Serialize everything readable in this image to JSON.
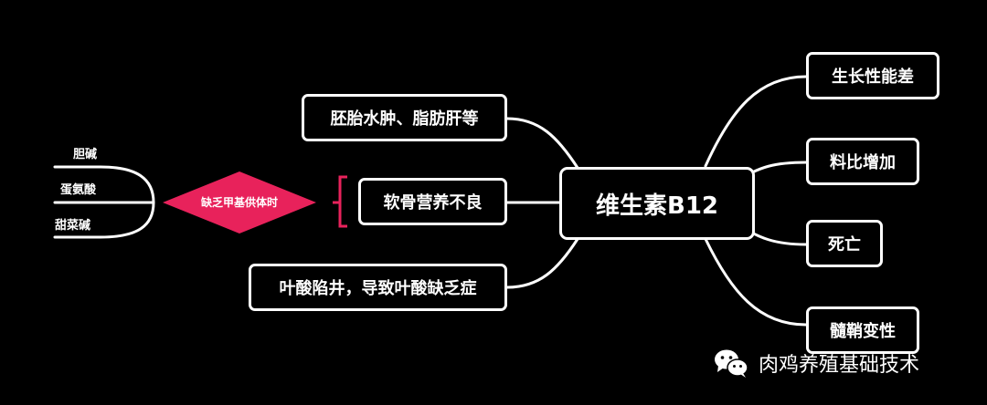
{
  "center": {
    "label": "维生素B12"
  },
  "right_branches": [
    {
      "label": "生长性能差"
    },
    {
      "label": "料比增加"
    },
    {
      "label": "死亡"
    },
    {
      "label": "髓鞘变性"
    }
  ],
  "left_branches": [
    {
      "label": "胚胎水肿、脂肪肝等"
    },
    {
      "label": "软骨营养不良"
    },
    {
      "label": "叶酸陷井，导致叶酸缺乏症"
    }
  ],
  "cause": {
    "label": "缺乏甲基供体时",
    "color": "#e8225b",
    "items": [
      {
        "label": "胆碱"
      },
      {
        "label": "蛋氨酸"
      },
      {
        "label": "甜菜碱"
      }
    ]
  },
  "watermark": {
    "text": "肉鸡养殖基础技术",
    "icon": "wechat-icon"
  }
}
